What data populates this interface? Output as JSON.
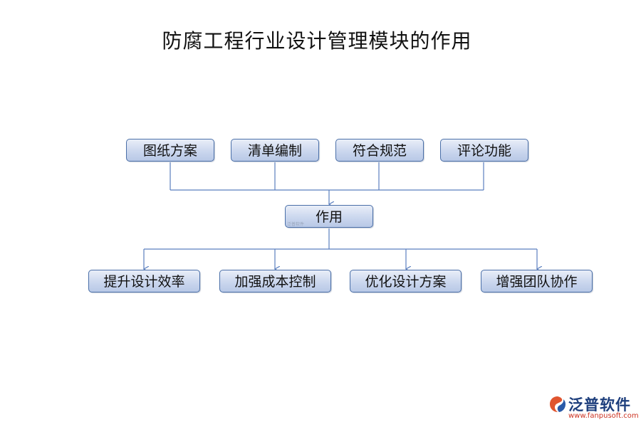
{
  "title": "防腐工程行业设计管理模块的作用",
  "inputs": [
    "图纸方案",
    "清单编制",
    "符合规范",
    "评论功能"
  ],
  "center": "作用",
  "outputs": [
    "提升设计效率",
    "加强成本控制",
    "优化设计方案",
    "增强团队协作"
  ],
  "center_watermark": "泛普软件",
  "logo": {
    "name": "泛普软件",
    "url": "www.fanpusoft.com"
  },
  "colors": {
    "box_border": "#4a6fa8",
    "line": "#5b7fbf",
    "logo_text": "#1d3e7c",
    "logo_url": "#cc3322"
  }
}
